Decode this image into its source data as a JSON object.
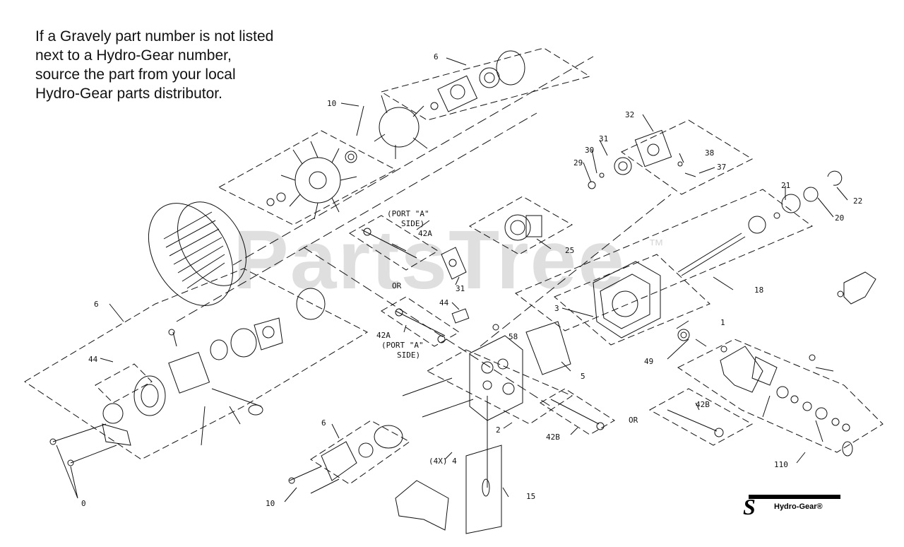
{
  "note_lines": [
    "If a Gravely part number is not listed",
    "next to a Hydro-Gear number,",
    "source the part from your local",
    "Hydro-Gear parts distributor."
  ],
  "watermark": {
    "text": "PartsTree",
    "tm": "™"
  },
  "logo": {
    "mark": "S",
    "text": "Hydro-Gear®"
  },
  "callouts": {
    "c6_top": "6",
    "c10_top": "10",
    "c32": "32",
    "c31_top": "31",
    "c30": "30",
    "c29": "29",
    "c38": "38",
    "c37": "37",
    "c21": "21",
    "c22": "22",
    "c20": "20",
    "port_a_top_1": "(PORT \"A\"",
    "port_a_top_2": "SIDE)",
    "c42a_top": "42A",
    "c25": "25",
    "c31_mid": "31",
    "c18": "18",
    "c3": "3",
    "c1": "1",
    "c6_left": "6",
    "c44_mid": "44",
    "c58": "58",
    "c42a_mid": "42A",
    "port_a_mid_1": "(PORT \"A\"",
    "port_a_mid_2": "SIDE)",
    "c5": "5",
    "c49": "49",
    "c44_left": "44",
    "c42b_right": "42B",
    "c42b_mid": "42B",
    "c2": "2",
    "c6_bottom": "6",
    "c4": "(4X)  4",
    "c10_bottom": "10",
    "c15": "15",
    "c0": "0",
    "c110": "110",
    "or_top": "OR",
    "or_bottom": "OR"
  }
}
